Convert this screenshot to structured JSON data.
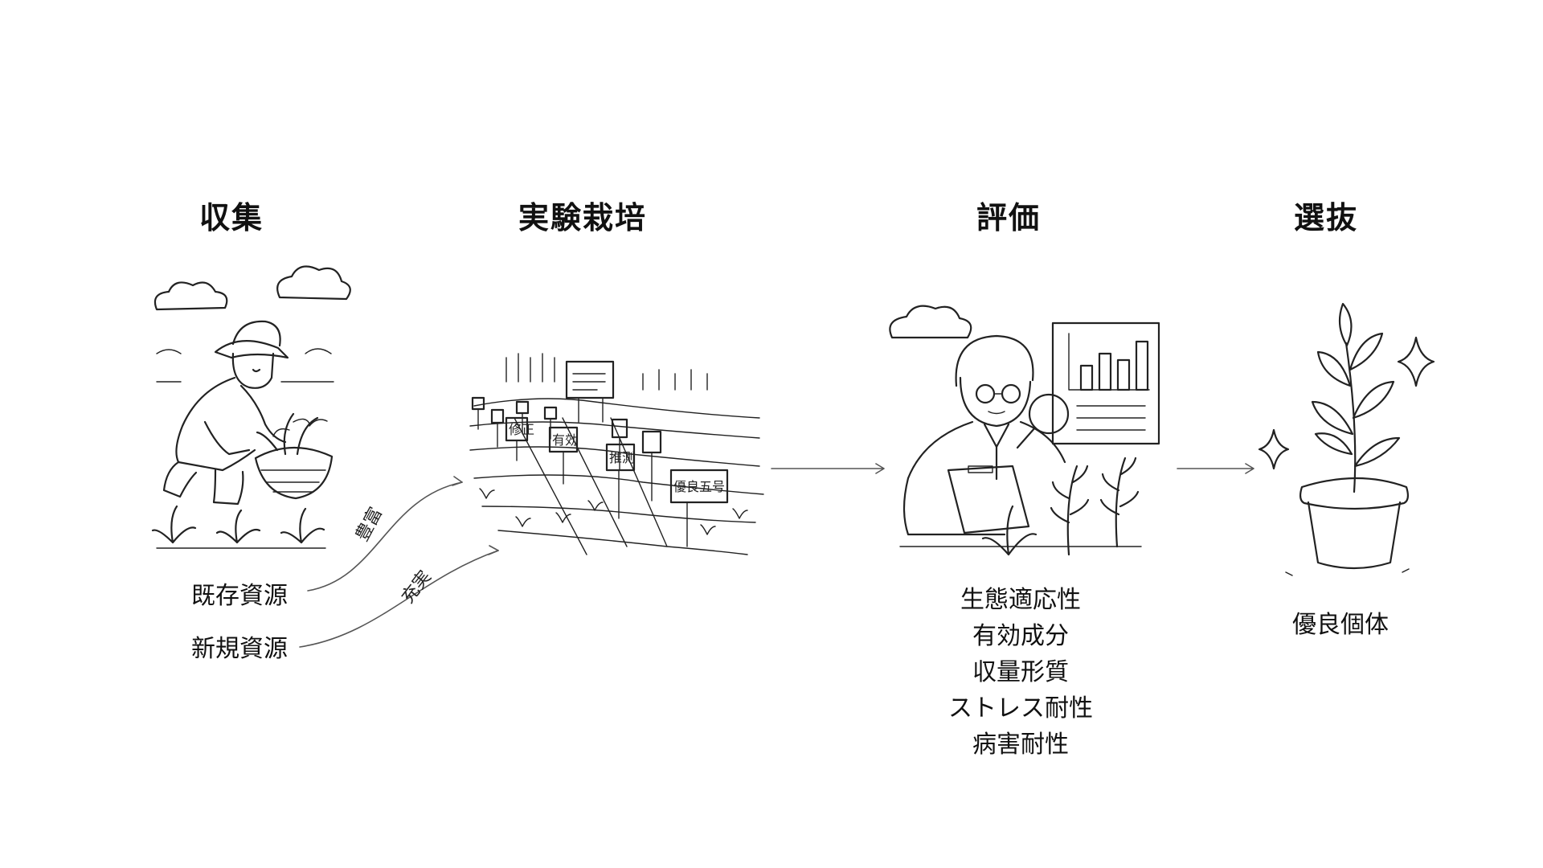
{
  "stages": [
    {
      "title": "収集"
    },
    {
      "title": "実験栽培"
    },
    {
      "title": "評価"
    },
    {
      "title": "選抜"
    }
  ],
  "resources": {
    "existing": "既存資源",
    "new": "新規資源"
  },
  "flow_labels": {
    "upper": "豊富",
    "lower": "充実"
  },
  "plot_signs": [
    "修正",
    "有効",
    "推測",
    "優良五号"
  ],
  "traits": [
    "生態適応性",
    "有効成分",
    "収量形質",
    "ストレス耐性",
    "病害耐性"
  ],
  "result": "優良個体"
}
